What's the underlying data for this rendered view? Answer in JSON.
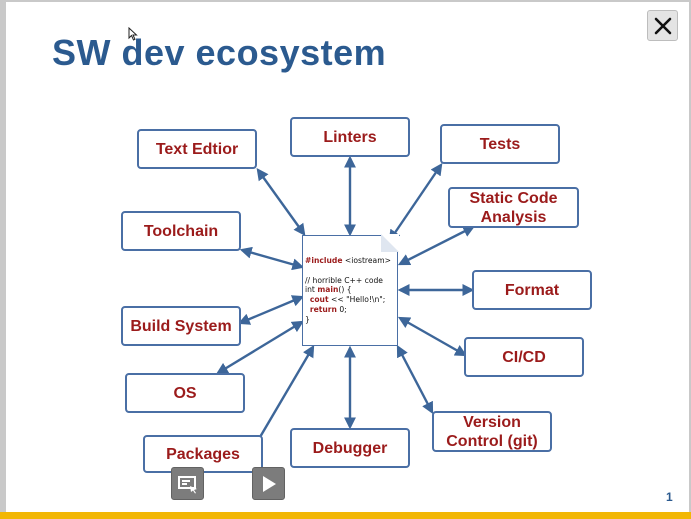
{
  "slide": {
    "title": "SW dev ecosystem",
    "page_number": "1"
  },
  "diagram": {
    "nodes": {
      "text_editor": "Text Edtior",
      "linters": "Linters",
      "tests": "Tests",
      "static_analysis_line1": "Static Code",
      "static_analysis_line2": "Analysis",
      "toolchain": "Toolchain",
      "format": "Format",
      "build_system": "Build System",
      "cicd": "CI/CD",
      "os": "OS",
      "version_control_line1": "Version",
      "version_control_line2": "Control (git)",
      "packages": "Packages",
      "debugger": "Debugger"
    },
    "code": {
      "include_kw": "#include",
      "include_rest": " <iostream>",
      "comment": "// horrible C++ code",
      "main_pre": "int ",
      "main_kw": "main",
      "main_post": "() {",
      "cout_kw": "cout",
      "cout_rest": " << \"Hello!\\n\";",
      "return_kw": "return",
      "return_rest": " 0;",
      "closing": "}"
    },
    "colors": {
      "border": "#4a6fa5",
      "node_text": "#9b1b1b",
      "arrow": "#3d6699",
      "title": "#2b5a8f"
    }
  },
  "controls": {
    "close_icon": "close-icon",
    "screen_icon": "screen-share-icon",
    "play_icon": "play-icon"
  }
}
